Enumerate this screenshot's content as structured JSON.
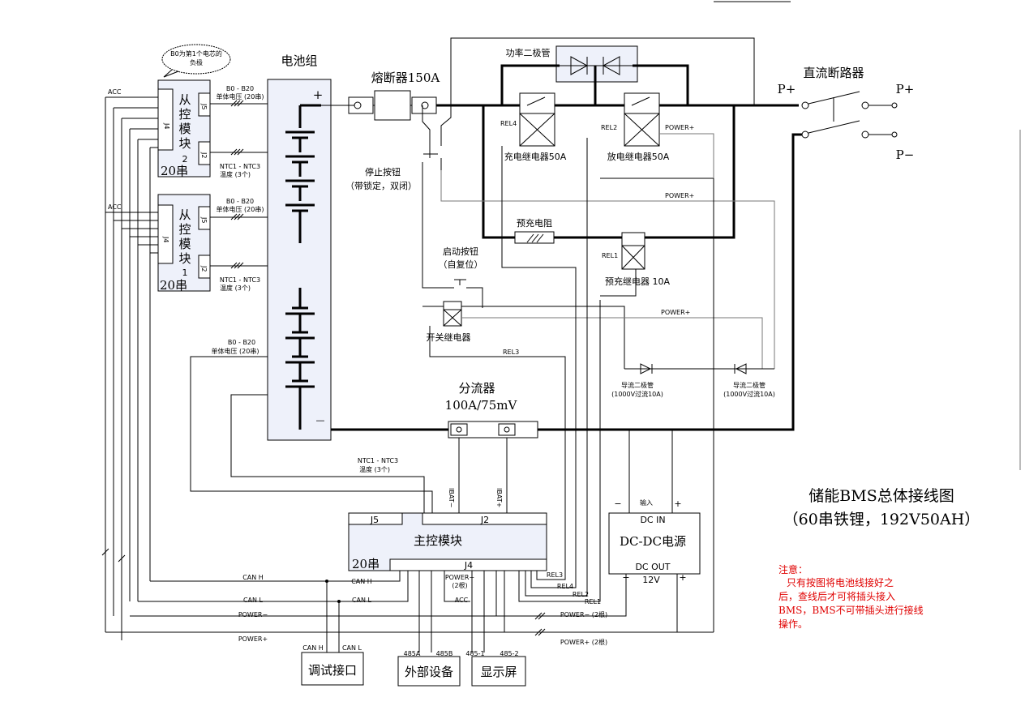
{
  "title_line1": "储能BMS总体接线图",
  "title_line2": "（60串铁锂，192V50AH）",
  "note_title": "注意：",
  "note_lines": [
    "只有按图将电池线接好之",
    "后，查线后才可将插头接入",
    "BMS，BMS不可带插头进行接线",
    "操作。"
  ],
  "callout": [
    "B0为第1个电芯的",
    "负极"
  ],
  "battery_pack": {
    "label": "电池组",
    "plus": "+",
    "minus": "—"
  },
  "fuse": "熔断器150A",
  "power_diode": "功率二极管",
  "dc_breaker": {
    "label": "直流断路器",
    "p_plus_left": "P+",
    "p_plus_right": "P+",
    "p_minus": "P−"
  },
  "charge_relay": "充电继电器50A",
  "discharge_relay": "放电继电器50A",
  "precharge_res": "预充电阻",
  "precharge_relay": "预充继电器 10A",
  "stop_button": [
    "停止按钮",
    "（带锁定，双闭）"
  ],
  "start_button": [
    "启动按钮",
    "（自复位）"
  ],
  "switch_relay": "开关继电器",
  "shunt": [
    "分流器",
    "100A/75mV"
  ],
  "freewheel_diode": [
    "导流二极管",
    "(1000V过流10A)"
  ],
  "rel": {
    "rel1": "REL1",
    "rel2": "REL2",
    "rel3": "REL3",
    "rel4": "REL4"
  },
  "power_plus": "POWER+",
  "power_minus": "POWER−",
  "power_plus_2": "POWER+ (2根)",
  "power_minus_2": "POWER− (2根)",
  "power_plus_2v": [
    "POWER+",
    "(2根)"
  ],
  "acc": "ACC",
  "can_h": "CAN H",
  "can_l": "CAN L",
  "slave2": {
    "chars": [
      "从",
      "控",
      "模",
      "块",
      "2"
    ],
    "series": "20串",
    "j4": "J4",
    "j5": "J5",
    "j2": "J2"
  },
  "slave1": {
    "chars": [
      "从",
      "控",
      "模",
      "块",
      "1"
    ],
    "series": "20串",
    "j4": "J4",
    "j5": "J5",
    "j2": "J2"
  },
  "cell_v": [
    "B0 - B20",
    "单体电压 (20串)"
  ],
  "ntc": [
    "NTC1 - NTC3",
    "温度 (3个)"
  ],
  "main_module": {
    "label": "主控模块",
    "series": "20串",
    "j5": "J5",
    "j2": "J2",
    "j4": "J4"
  },
  "ibat_minus": "IBAT−",
  "ibat_plus": "IBAT+",
  "dcdc": {
    "in": "DC IN",
    "label": "DC-DC电源",
    "out": "DC OUT",
    "input": "输入",
    "minus": "−",
    "plus": "+",
    "v12": "12V",
    "out_minus": "−",
    "out_plus": "+"
  },
  "debug_port": "调试接口",
  "ext_device": "外部设备",
  "display": "显示屏",
  "p485a": "485A",
  "p485b": "485B",
  "p4851": "485-1",
  "p4852": "485-2"
}
